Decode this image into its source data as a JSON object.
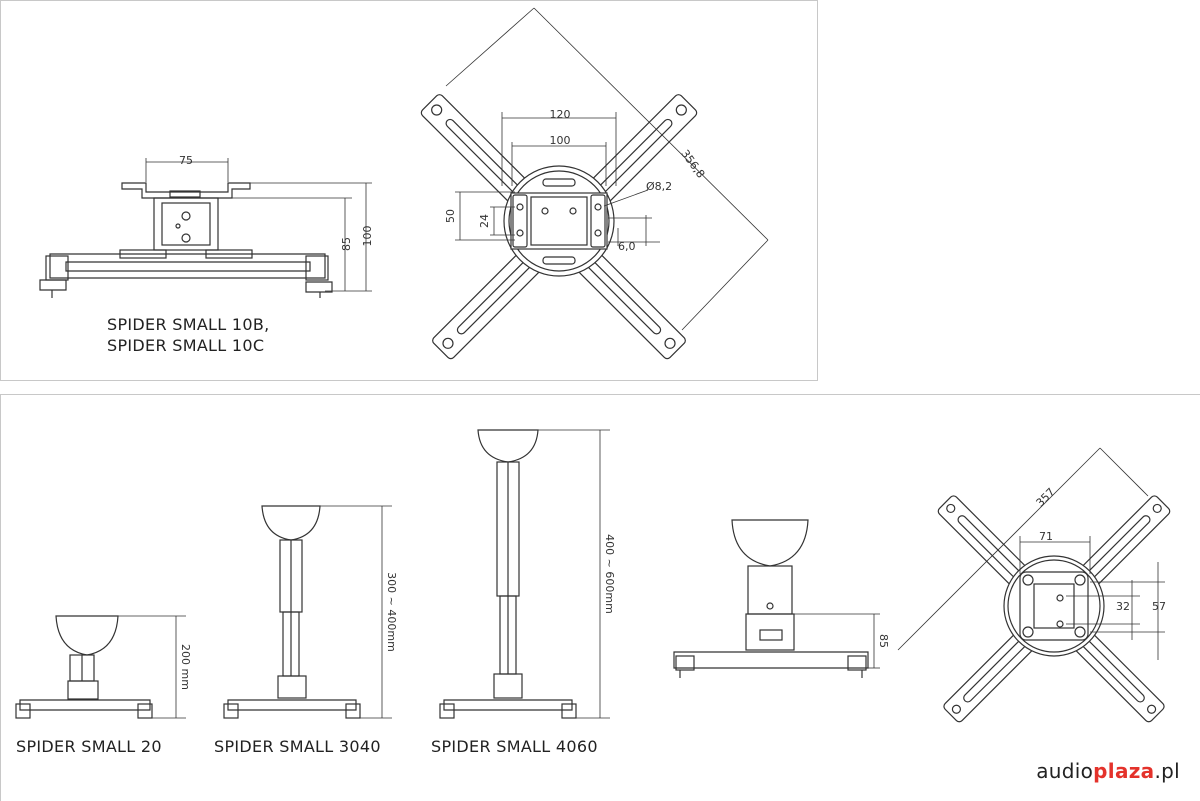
{
  "labels": {
    "top_model_line1": "SPIDER SMALL 10B,",
    "top_model_line2": "SPIDER SMALL 10C",
    "model_20": "SPIDER SMALL 20",
    "model_3040": "SPIDER SMALL 3040",
    "model_4060": "SPIDER SMALL 4060"
  },
  "dimensions": {
    "side_width": "75",
    "side_h85": "85",
    "side_h100": "100",
    "arm_diag": "356,8",
    "span_120": "120",
    "span_100": "100",
    "hole_dia": "Ø8,2",
    "v_50": "50",
    "v_24": "24",
    "h_6": "6,0",
    "ext_200": "200 mm",
    "ext_300_400": "300 ~ 400mm",
    "ext_400_600": "400 ~ 600mm",
    "b_h85": "85",
    "b_diag": "357",
    "b_71": "71",
    "b_32": "32",
    "b_57": "57"
  },
  "logo": {
    "part1": "audio",
    "part2": "plaza",
    "part3": ".pl",
    "accent": "#e4322b"
  }
}
